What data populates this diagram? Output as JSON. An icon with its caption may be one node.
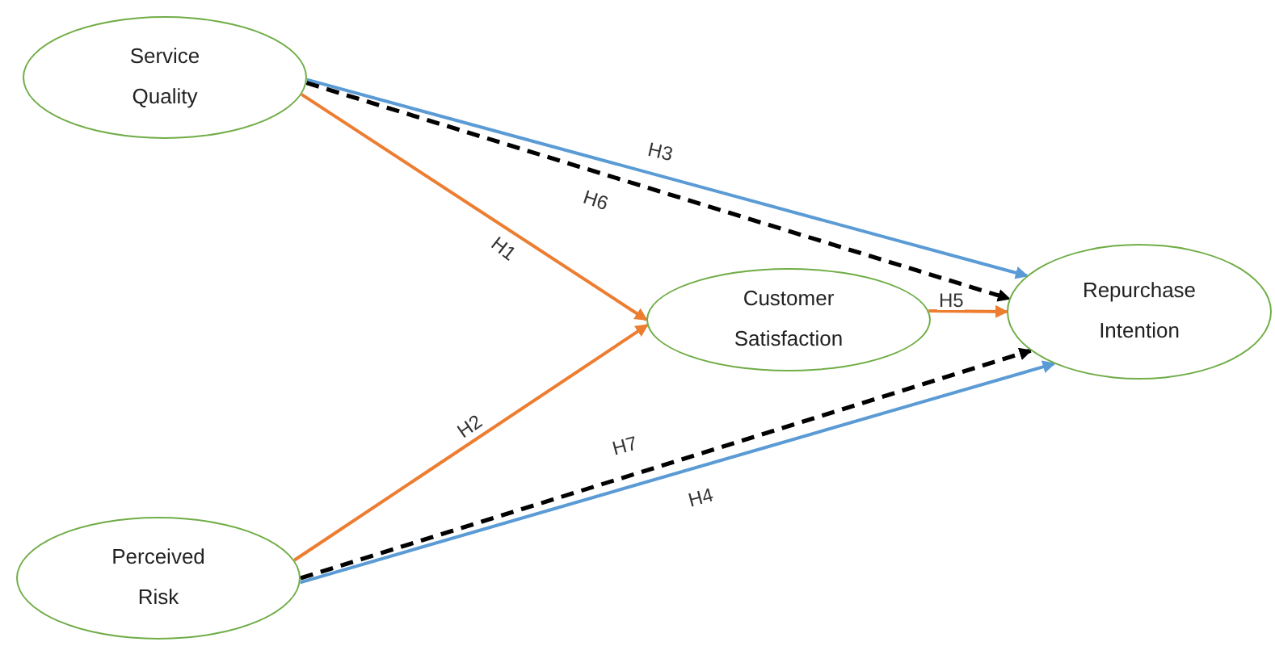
{
  "diagram": {
    "nodes": [
      {
        "text": [
          "Service Quality"
        ]
      },
      {
        "text": [
          "Customer Satisfaction"
        ]
      },
      {
        "text": [
          "Repurchase Intention"
        ]
      },
      {
        "text": [
          "Perceived Risk"
        ]
      }
    ],
    "edges": [
      {
        "from": 0,
        "to": 2,
        "arrow": "to",
        "label": "H3",
        "color": "#5b9bd5"
      },
      {
        "from": 0,
        "to": 2,
        "arrow": "to",
        "label": "H6",
        "style": "dashed",
        "color": "#000000"
      },
      {
        "from": 0,
        "to": 1,
        "arrow": "to",
        "label": "H1"
      },
      {
        "from": 1,
        "to": 2,
        "arrow": "to",
        "label": "H5"
      },
      {
        "from": 3,
        "to": 1,
        "arrow": "to",
        "label": "H2"
      },
      {
        "from": 3,
        "to": 2,
        "arrow": "to",
        "label": "H7",
        "style": "dashed",
        "color": "#000000"
      },
      {
        "from": 3,
        "to": 2,
        "arrow": "to",
        "label": "H4",
        "color": "#5b9bd5"
      }
    ]
  }
}
